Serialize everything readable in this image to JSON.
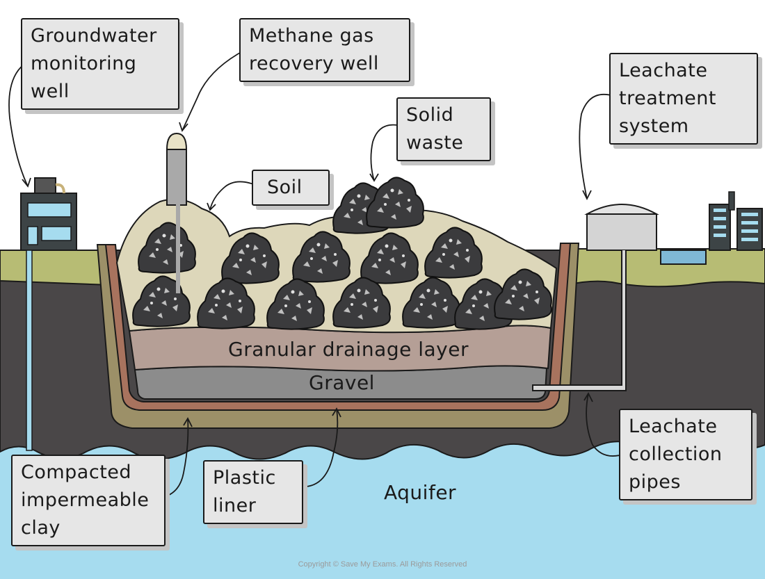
{
  "labels": {
    "groundwater_well": "Groundwater\nmonitoring\nwell",
    "methane_well": "Methane gas\nrecovery well",
    "leachate_treatment": "Leachate\ntreatment\nsystem",
    "solid_waste": "Solid\nwaste",
    "soil": "Soil",
    "compacted_clay": "Compacted\nimpermeable\nclay",
    "plastic_liner": "Plastic\nliner",
    "leachate_pipes": "Leachate\ncollection\npipes"
  },
  "layers": {
    "drainage": "Granular drainage layer",
    "gravel": "Gravel",
    "aquifer": "Aquifer"
  },
  "copyright": "Copyright © Save My Exams. All Rights Reserved",
  "colors": {
    "aquifer": "#a6dcef",
    "bedrock": "#4a4748",
    "surface_soil": "#b7bc74",
    "clay": "#9c9068",
    "liner": "#a8735e",
    "drainage": "#b59f96",
    "gravel": "#8c8c8c",
    "fill_soil": "#ddd7ba",
    "waste": "#3b3b3d",
    "label_box": "#e6e6e6"
  },
  "icons": [
    "monitoring-building-icon",
    "methane-well-tower-icon",
    "leachate-tank-icon",
    "city-buildings-icon",
    "waste-pile-icon"
  ]
}
